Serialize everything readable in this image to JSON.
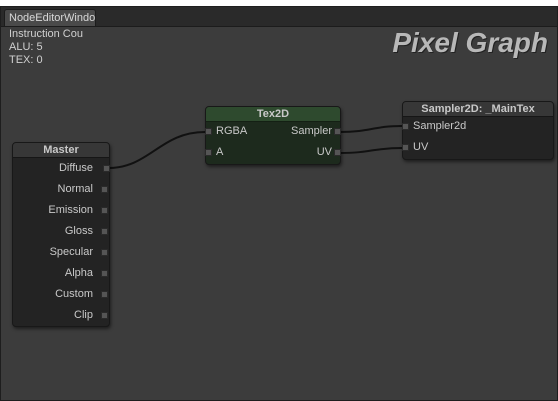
{
  "window": {
    "tab_label": "NodeEditorWindow"
  },
  "stats": {
    "line1": "Instruction Cou",
    "line2": "ALU: 5",
    "line3": "TEX: 0"
  },
  "graph_title": "Pixel Graph",
  "master": {
    "title": "Master",
    "inputs": [
      "Diffuse",
      "Normal",
      "Emission",
      "Gloss",
      "Specular",
      "Alpha",
      "Custom",
      "Clip"
    ]
  },
  "tex2d": {
    "title": "Tex2D",
    "outputs": [
      "RGBA",
      "A"
    ],
    "inputs": [
      "Sampler",
      "UV"
    ]
  },
  "sampler": {
    "title": "Sampler2D: _MainTex",
    "outputs": [
      "Sampler2d",
      "UV"
    ]
  },
  "colors": {
    "background": "#3c3c3c",
    "node": "#232323",
    "tex_node": "#1d2a1d",
    "wire": "#111111"
  }
}
